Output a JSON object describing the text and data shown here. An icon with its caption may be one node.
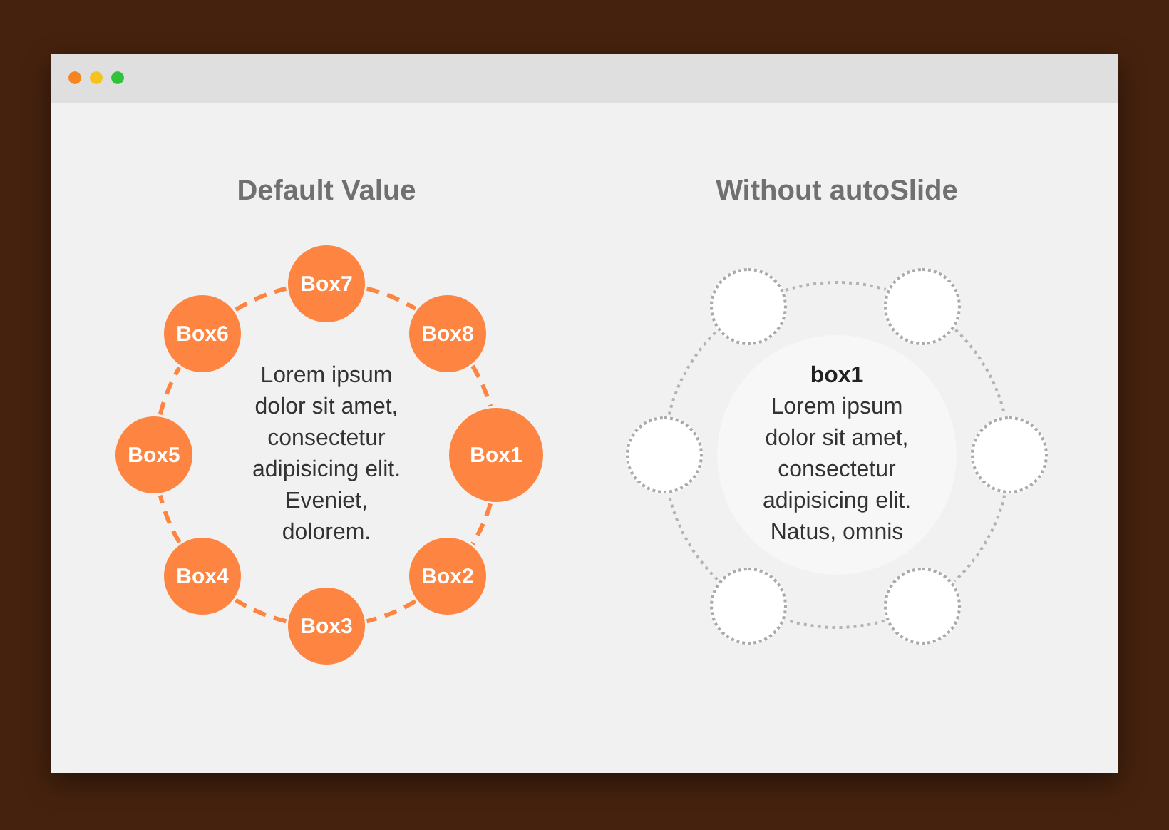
{
  "diagram": {
    "nodes": [
      {
        "text": [
          "Box1"
        ]
      },
      {
        "text": [
          "Box2"
        ]
      },
      {
        "text": [
          "Box3"
        ]
      },
      {
        "text": [
          "Box4"
        ]
      },
      {
        "text": [
          "Box5"
        ]
      },
      {
        "text": [
          "Box6"
        ]
      },
      {
        "text": [
          "Box7"
        ]
      },
      {
        "text": [
          "Box8"
        ]
      },
      {
        "text": [],
        "shape": "circle"
      },
      {
        "text": [],
        "shape": "circle"
      },
      {
        "text": [],
        "shape": "circle"
      },
      {
        "text": [
          "box1",
          "Lorem ipsum dolor sit amet, consectetur adipisicing elit. Natus, omnis"
        ]
      },
      {
        "text": [],
        "shape": "circle"
      },
      {
        "text": [],
        "shape": "circle"
      },
      {
        "text": [],
        "shape": "circle"
      }
    ],
    "labels": [
      "Default Value",
      "Without autoSlide",
      "Lorem ipsum dolor sit amet, consectetur adipisicing elit. Eveniet, dolorem."
    ]
  }
}
